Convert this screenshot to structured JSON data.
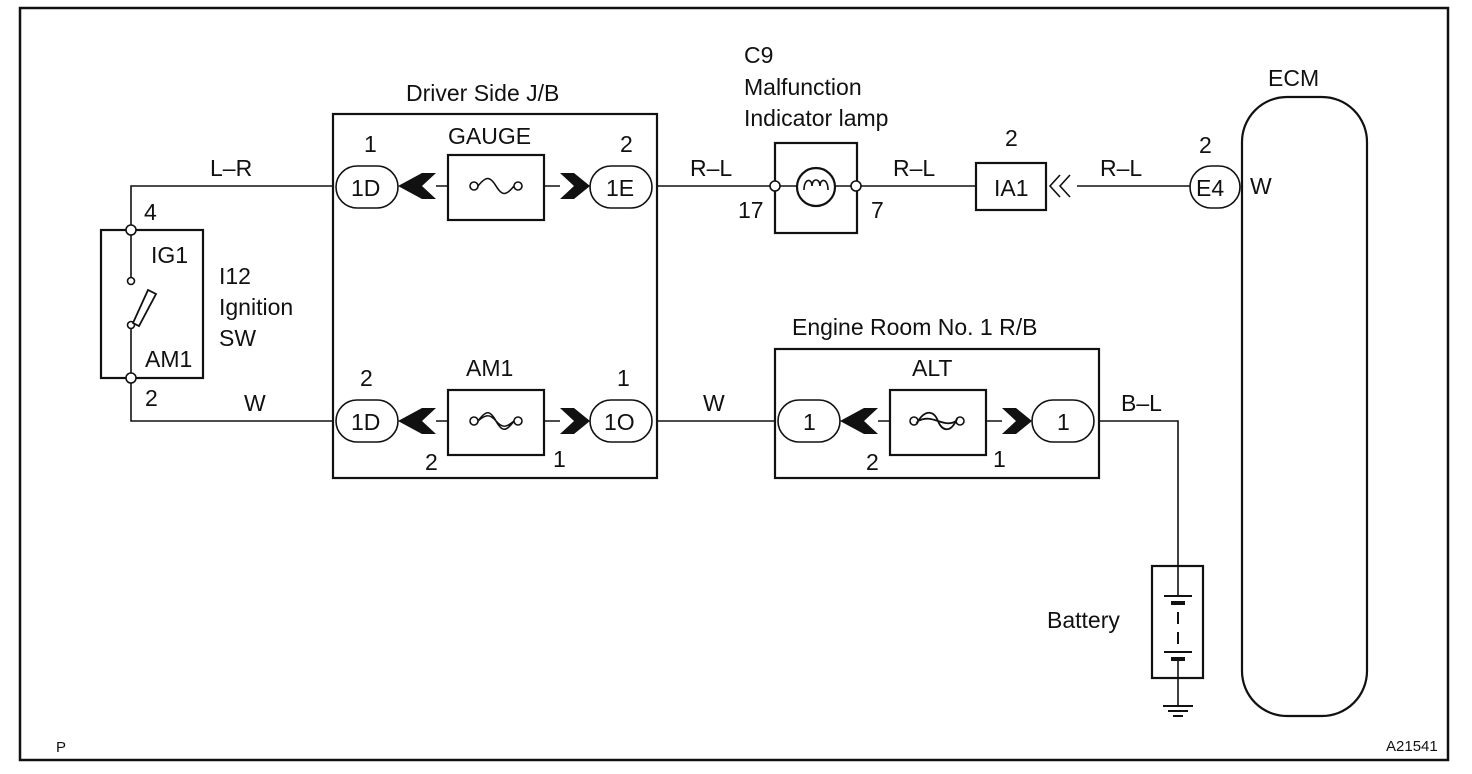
{
  "ignition": {
    "ref": "I12",
    "name_line1": "Ignition",
    "name_line2": "SW",
    "ig1": "IG1",
    "am1": "AM1",
    "pin_top": "4",
    "pin_bottom": "2"
  },
  "wires": {
    "lr": "L–R",
    "rl1": "R–L",
    "rl2": "R–L",
    "rl3": "R–L",
    "w1": "W",
    "w2": "W",
    "bl": "B–L",
    "ecm_w": "W"
  },
  "driver_jb": {
    "title": "Driver Side J/B",
    "gauge_label": "GAUGE",
    "am1_label": "AM1",
    "conn_top_left": "1D",
    "conn_top_right": "1E",
    "conn_bottom_left": "1D",
    "conn_bottom_right": "1O",
    "pin_top_left": "1",
    "pin_top_right": "2",
    "pin_bottom_left": "2",
    "pin_bottom_right": "1",
    "pin_inner_left": "2",
    "pin_inner_right": "1"
  },
  "mil": {
    "ref": "C9",
    "line1": "Malfunction",
    "line2": "Indicator lamp",
    "pin_left": "17",
    "pin_right": "7"
  },
  "junction": {
    "label": "IA1",
    "pin": "2"
  },
  "ecm": {
    "title": "ECM",
    "conn": "E4",
    "pin": "2"
  },
  "engine_rb": {
    "title": "Engine Room No. 1 R/B",
    "fuse": "ALT",
    "conn_left": "1",
    "conn_right": "1",
    "pin_left": "2",
    "pin_right": "1"
  },
  "battery": {
    "label": "Battery"
  },
  "footer": {
    "left": "P",
    "right": "A21541"
  }
}
